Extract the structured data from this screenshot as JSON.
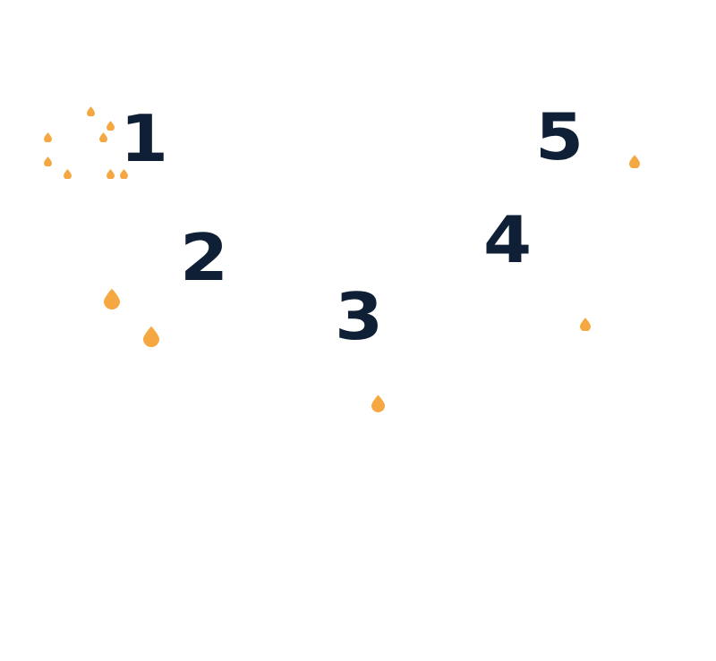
{
  "colors": {
    "number": "#0f1f36",
    "drop": "#f5a841"
  },
  "labels": [
    "1",
    "2",
    "3",
    "4",
    "5"
  ],
  "drop_icon": "droplet-icon"
}
